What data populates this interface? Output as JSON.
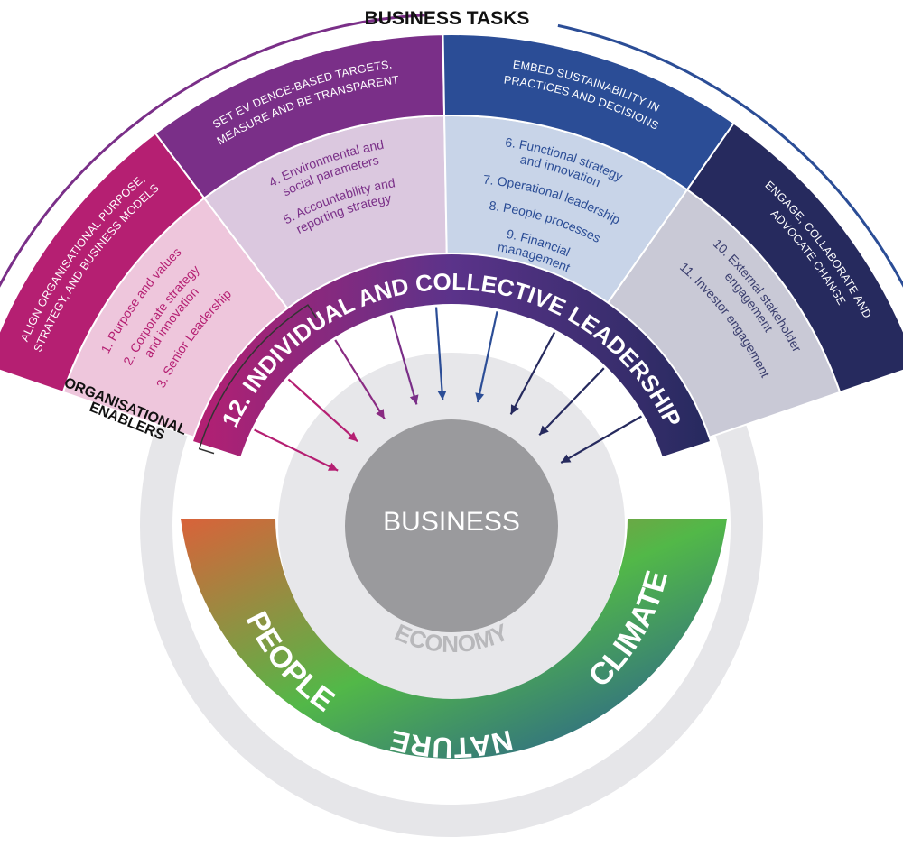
{
  "top_title": "BUSINESS TASKS",
  "enablers_label": [
    "ORGANISATIONAL",
    "ENABLERS"
  ],
  "columns": [
    {
      "header": [
        "ALIGN ORGANISATIONAL PURPOSE,",
        "STRATEGY, AND BUSINESS MODELS"
      ],
      "items": [
        [
          "1. Purpose and values"
        ],
        [
          "2. Corporate strategy",
          "and innovation"
        ],
        [
          "3. Senior Leadership"
        ]
      ]
    },
    {
      "header": [
        "SET EV DENCE-BASED TARGETS,",
        "MEASURE AND BE TRANSPARENT"
      ],
      "items": [
        [
          "4. Environmental and",
          "social parameters"
        ],
        [
          "5. Accountability and",
          "reporting strategy"
        ]
      ]
    },
    {
      "header": [
        "EMBED SUSTAINABILITY IN",
        "PRACTICES AND DECISIONS"
      ],
      "items": [
        [
          "6. Functional strategy",
          "and innovation"
        ],
        [
          "7. Operational leadership"
        ],
        [
          "8. People processes"
        ],
        [
          "9. Financial",
          "management"
        ]
      ]
    },
    {
      "header": [
        "ENGAGE, COLLABORATE AND",
        "ADVOCATE CHANGE"
      ],
      "items": [
        [
          "10. External stakeholder",
          "engagement"
        ],
        [
          "11. Investor engagement"
        ]
      ]
    }
  ],
  "leadership_band": "12. INDIVIDUAL AND COLLECTIVE LEADERSHIP",
  "center_label": "BUSINESS",
  "economy_label": "ECONOMY",
  "outer_labels": {
    "people": "PEOPLE",
    "nature": "NATURE",
    "climate": "CLIMATE"
  },
  "colors": {
    "magenta": "#b51f72",
    "purple": "#7a2f88",
    "blue": "#2b4d96",
    "navy": "#262a5e",
    "pink_bg": "#eec6dc",
    "lilac_bg": "#dbc8df",
    "lightblue_bg": "#c8d4e8",
    "grey_bg": "#c9c9d6",
    "outer_ring": "#e6e6e9",
    "center": "#9a9a9d",
    "people": "#d9623a",
    "nature": "#52b848",
    "climate": "#24529a"
  }
}
